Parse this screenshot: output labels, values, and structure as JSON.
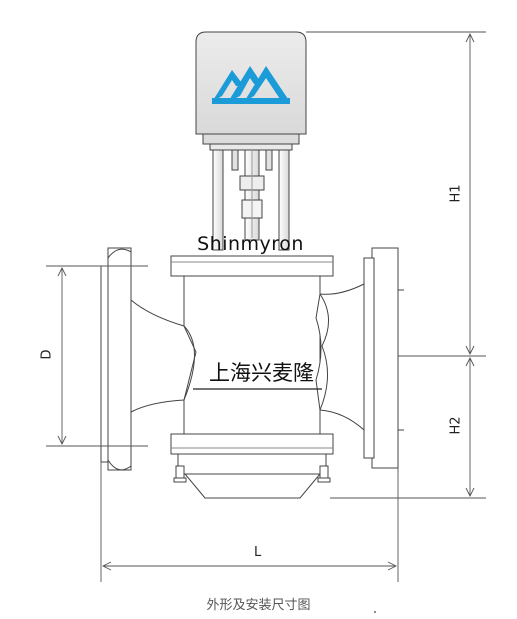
{
  "brand": {
    "english": "Shinmyron",
    "chinese": "上海兴麦隆",
    "logo_color": "#1b9bd7"
  },
  "dimensions": {
    "d_label": "D",
    "h1_label": "H1",
    "h2_label": "H2",
    "l_label": "L"
  },
  "caption": "外形及安装尺寸图",
  "colors": {
    "line": "#444444",
    "actuator": "#e6e6e6",
    "body": "#ffffff"
  }
}
